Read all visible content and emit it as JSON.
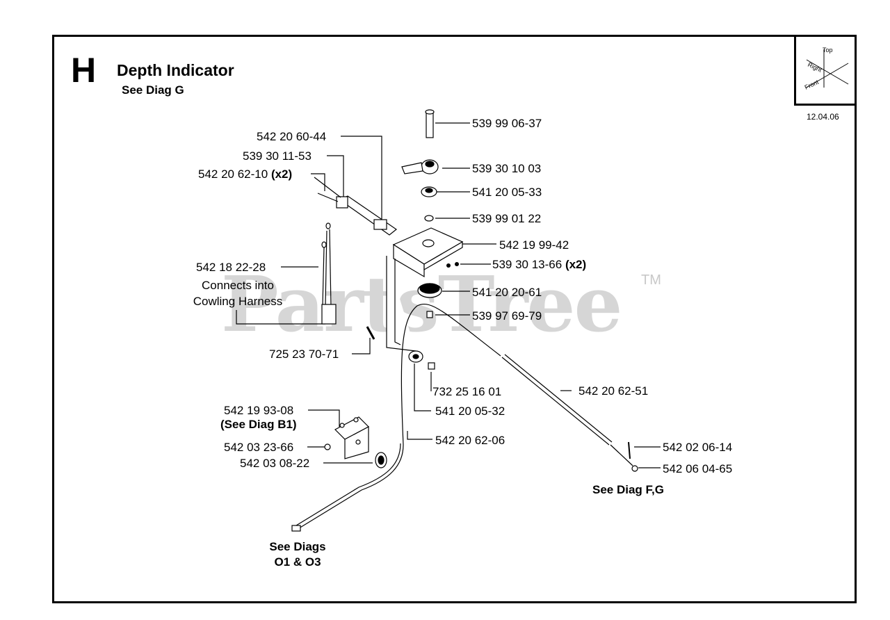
{
  "section": {
    "letter": "H",
    "title": "Depth Indicator",
    "subtitle": "See Diag G",
    "code": "12.04.06"
  },
  "watermark": {
    "text": "PartsTree",
    "tm": "TM"
  },
  "compass": {
    "top": "Top",
    "right": "Right",
    "front": "Front"
  },
  "parts": {
    "p1": "539 99 06-37",
    "p2": "539 30 10 03",
    "p3": "541 20 05-33",
    "p4": "539 99 01 22",
    "p5": "542 19 99-42",
    "p6": "539 30 13-66",
    "p6_qty": "(x2)",
    "p7": "541 20 20-61",
    "p8": "539 97 69-79",
    "p9": "542 20 60-44",
    "p10": "539 30 11-53",
    "p11": "542 20 62-10",
    "p11_qty": "(x2)",
    "p12": "542 18 22-28",
    "p12_note1": "Connects into",
    "p12_note2": "Cowling Harness",
    "p13": "725 23 70-71",
    "p14": "732 25 16 01",
    "p15": "541 20 05-32",
    "p16": "542 20 62-51",
    "p17": "542 19 93-08",
    "p17_note": "(See Diag B1)",
    "p18": "542 03 23-66",
    "p19": "542 03 08-22",
    "p20": "542 20 62-06",
    "p21": "542 02 06-14",
    "p22": "542 06 04-65"
  },
  "refs": {
    "diag_fg": "See Diag F,G",
    "diag_o_line1": "See Diags",
    "diag_o_line2": "O1 & O3"
  }
}
